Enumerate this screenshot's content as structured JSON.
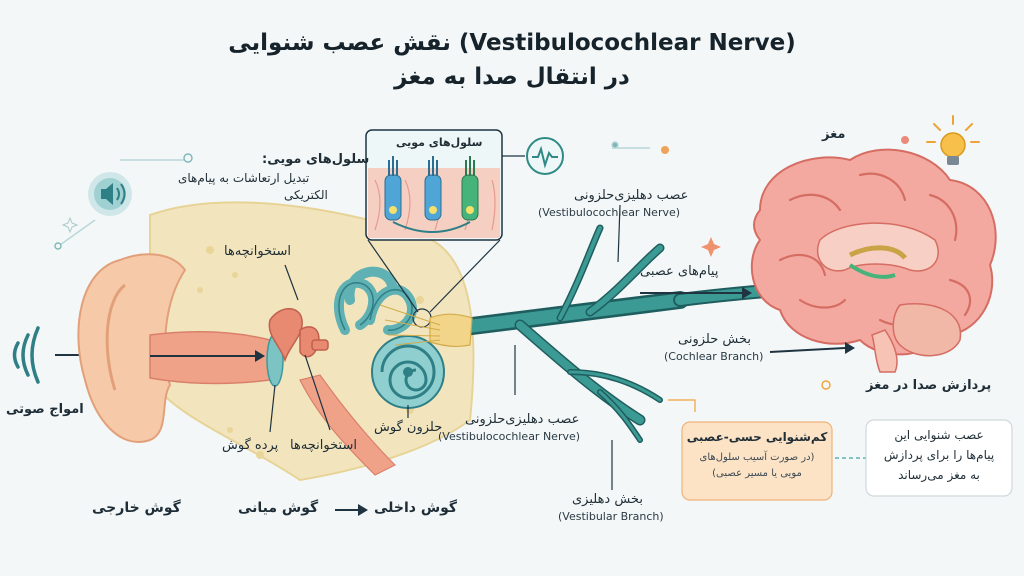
{
  "title": {
    "line1": "نقش عصب شنوایی (Vestibulocochlear Nerve)",
    "line2": "در انتقال صدا به مغز"
  },
  "labels": {
    "sound_waves": "امواج صوتی",
    "outer_ear": "گوش خارجی",
    "middle_ear": "گوش میانی",
    "inner_ear": "گوش داخلی",
    "ossicles_top": "استخوانچه‌ها",
    "ossicles_bottom": "استخوانچه‌ها",
    "eardrum": "پرده گوش",
    "cochlea": "حلزون گوش",
    "hair_cells_title": "سلول‌های مویی:",
    "hair_cells_line1": "تبدیل ارتعاشات به پیام‌های",
    "hair_cells_line2": "الکتریکی",
    "inset_title": "سلول‌های مویی",
    "nerve_top_fa": "عصب دهلیزی‌حلزونی",
    "nerve_top_en": "(Vestibulocochlear Nerve)",
    "nerve_bottom_fa": "عصب دهلیزی‌حلزونی",
    "nerve_bottom_en": "(Vestibulocochlear Nerve)",
    "nerve_signals": "پیام‌های عصبی",
    "cochlear_branch_fa": "بخش حلزونی",
    "cochlear_branch_en": "(Cochlear Branch)",
    "vestibular_branch_fa": "بخش دهلیزی",
    "vestibular_branch_en": "(Vestibular Branch)",
    "brain": "مغز",
    "brain_processing": "پردازش صدا در مغز"
  },
  "callouts": {
    "hearing_loss_title": "کم‌شنوایی حسی-عصبی",
    "hearing_loss_line1": "(در صورت آسیب سلول‌های",
    "hearing_loss_line2": "مویی یا مسیر عصبی)",
    "nerve_role_line1": "عصب شنوایی این",
    "nerve_role_line2": "پیام‌ها را برای پردازش",
    "nerve_role_line3": "به مغز می‌رساند"
  },
  "colors": {
    "nerve": "#2f8a86",
    "nerve_dark": "#1f5e5e",
    "skin": "#f6c9a8",
    "bone": "#f2dfa6",
    "brain": "#f3a9a0",
    "cochlea": "#7cc3c4",
    "callout_peach": "#fde3c6",
    "accent_orange": "#f0a23a"
  },
  "icons": [
    "speaker-icon",
    "sound-wave-icon",
    "pulse-icon",
    "lightbulb-icon",
    "sparkle-icon"
  ]
}
